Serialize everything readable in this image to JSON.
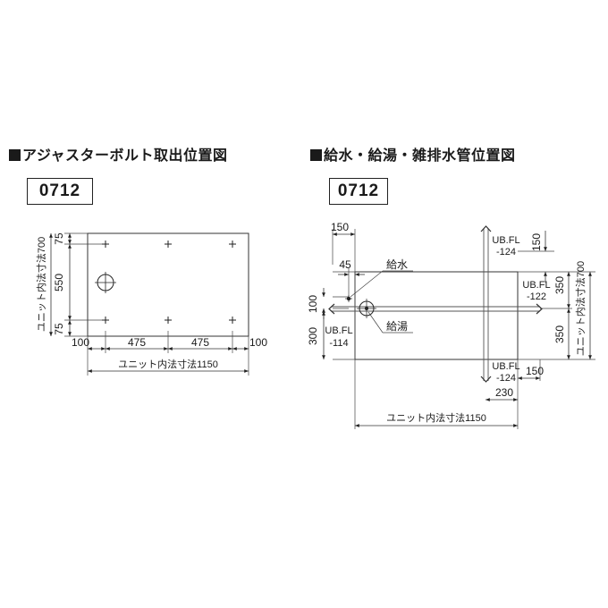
{
  "left": {
    "title": "アジャスターボルト取出位置図",
    "code": "0712",
    "dims": {
      "top": "75",
      "middle": "550",
      "bottom": "75",
      "unit_depth": "ユニット内法寸法700",
      "left": "100",
      "span1": "475",
      "span2": "475",
      "right": "100",
      "unit_width": "ユニット内法寸法1150"
    }
  },
  "right": {
    "title": "給水・給湯・雑排水管位置図",
    "code": "0712",
    "dims": {
      "top_left": "150",
      "supply_x": "45",
      "vert_100": "100",
      "vert_300": "300",
      "ub_left_1": "UB.FL",
      "ub_left_2": "-114",
      "ub_top_1": "UB.FL",
      "ub_top_2": "-124",
      "ub_top_right": "150",
      "ub_mid_1": "UB.FL",
      "ub_mid_2": "-122",
      "ub_bot_1": "UB.FL",
      "ub_bot_2": "-124",
      "ub_bot_right": "150",
      "bottom_230": "230",
      "right_350_top": "350",
      "right_350_bottom": "350",
      "unit_depth": "ユニット内法寸法700",
      "unit_width": "ユニット内法寸法1150"
    },
    "labels": {
      "supply": "給水",
      "hot": "給湯"
    }
  }
}
